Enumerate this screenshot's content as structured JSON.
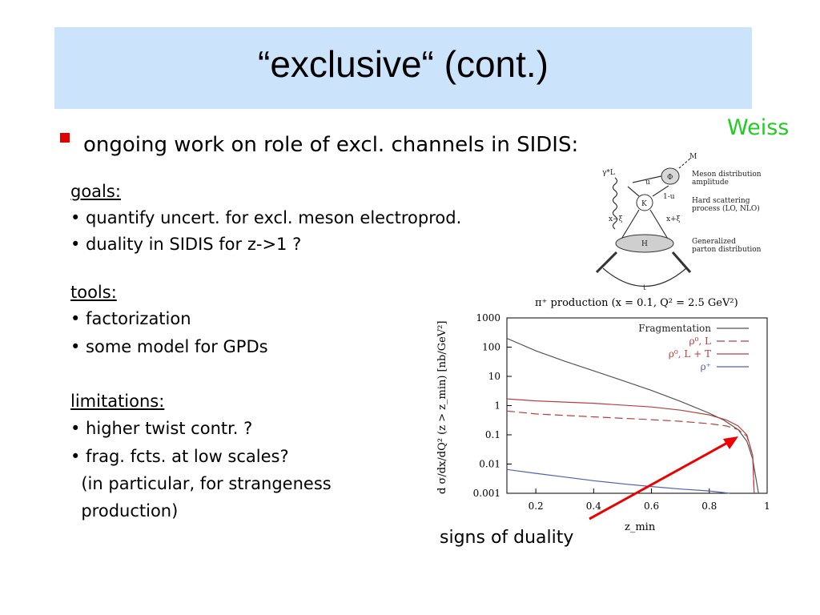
{
  "slide": {
    "title": "“exclusive“ (cont.)",
    "author": "Weiss",
    "bullet": "ongoing work on role of excl. channels in SIDIS:",
    "goals": {
      "heading": "goals:",
      "items": [
        "• quantify uncert. for excl. meson electroprod.",
        "• duality in SIDIS for z->1 ?"
      ]
    },
    "tools": {
      "heading": "tools:",
      "items": [
        "• factorization",
        "• some model for GPDs"
      ]
    },
    "limitations": {
      "heading": "limitations:",
      "items": [
        "• higher twist contr. ?",
        "• frag. fcts. at low scales?",
        "  (in particular, for strangeness",
        "  production)"
      ]
    },
    "annotation": "signs of duality",
    "colors": {
      "title_bg": "#cce4fb",
      "author": "#22cc22",
      "bullet": "#e00000",
      "arrow": "#ee0000"
    }
  },
  "diagram": {
    "labels": {
      "photon": "γ*L",
      "meson": "M",
      "phi": "Φ",
      "u": "u",
      "one_minus_u": "1-u",
      "K": "K",
      "x_minus_xi": "x−ξ",
      "x_plus_xi": "x+ξ",
      "H": "H",
      "t": "t",
      "note1": [
        "Meson distribution",
        "amplitude"
      ],
      "note2": [
        "Hard scattering",
        "process (LO, NLO)"
      ],
      "note3": [
        "Generalized",
        "parton distribution"
      ]
    }
  },
  "chart_data": {
    "type": "line",
    "title": "π⁺ production   (x = 0.1, Q² = 2.5 GeV²)",
    "xlabel": "z_min",
    "ylabel": "d σ/dx/dQ²   (z > z_min)   [nb/GeV²]",
    "xlim": [
      0.1,
      1.0
    ],
    "ylim": [
      0.001,
      1000
    ],
    "yscale": "log",
    "x_ticks": [
      "0.2",
      "0.4",
      "0.6",
      "0.8",
      "1"
    ],
    "y_ticks": [
      "0.001",
      "0.01",
      "0.1",
      "1",
      "10",
      "100",
      "1000"
    ],
    "legend_position": "top-right",
    "series": [
      {
        "name": "Fragmentation",
        "color": "#555555",
        "dash": "none",
        "x": [
          0.1,
          0.2,
          0.3,
          0.4,
          0.5,
          0.6,
          0.7,
          0.8,
          0.85,
          0.9,
          0.93,
          0.95,
          0.97
        ],
        "y": [
          200,
          75,
          33,
          15.5,
          7.2,
          3.3,
          1.4,
          0.55,
          0.32,
          0.15,
          0.06,
          0.015,
          0.001
        ]
      },
      {
        "name": "ρ⁰, L",
        "color": "#b84040",
        "dash": "10,5",
        "x": [
          0.1,
          0.2,
          0.4,
          0.6,
          0.7,
          0.8,
          0.86,
          0.9,
          0.93,
          0.95,
          0.955
        ],
        "y": [
          0.65,
          0.52,
          0.41,
          0.33,
          0.29,
          0.24,
          0.2,
          0.15,
          0.09,
          0.02,
          0.001
        ]
      },
      {
        "name": "ρ⁰, L + T",
        "color": "#b84040",
        "dash": "none",
        "x": [
          0.1,
          0.2,
          0.4,
          0.6,
          0.7,
          0.8,
          0.86,
          0.9,
          0.93,
          0.95,
          0.955
        ],
        "y": [
          1.7,
          1.45,
          1.2,
          0.9,
          0.7,
          0.48,
          0.32,
          0.2,
          0.1,
          0.02,
          0.001
        ]
      },
      {
        "name": "ρ⁺",
        "color": "#5060b0",
        "dash": "none",
        "x": [
          0.1,
          0.2,
          0.3,
          0.4,
          0.5,
          0.6,
          0.7,
          0.8,
          0.87
        ],
        "y": [
          0.0065,
          0.0048,
          0.0036,
          0.0027,
          0.0021,
          0.0017,
          0.0014,
          0.0012,
          0.001
        ]
      }
    ]
  }
}
